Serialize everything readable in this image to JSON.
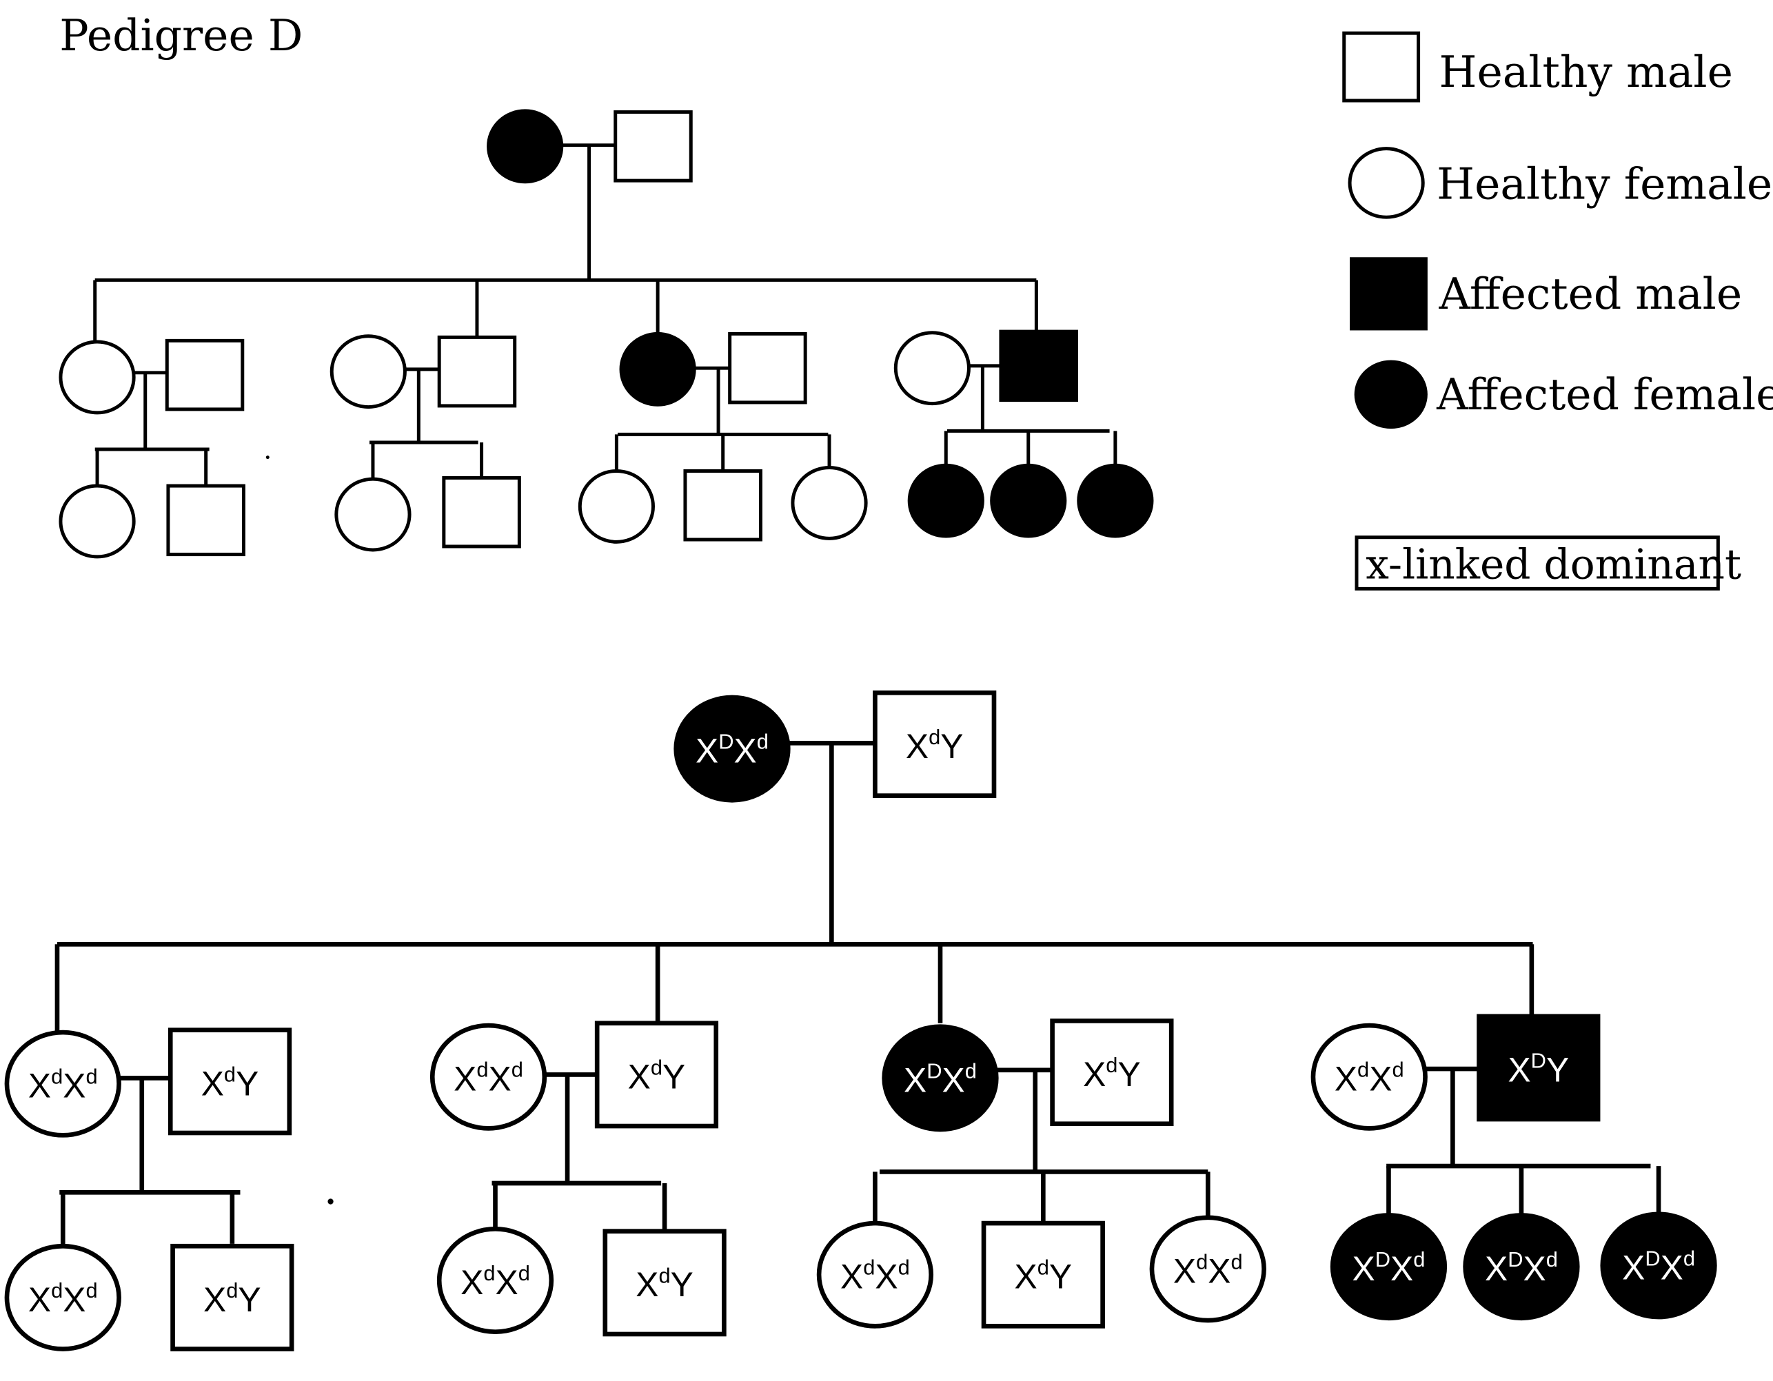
{
  "title": "Pedigree D",
  "legend": {
    "items": [
      {
        "label": "Healthy male",
        "sex": "male",
        "affected": false
      },
      {
        "label": "Healthy female",
        "sex": "female",
        "affected": false
      },
      {
        "label": "Affected male",
        "sex": "male",
        "affected": true
      },
      {
        "label": "Affected female",
        "sex": "female",
        "affected": true
      }
    ],
    "inheritance_mode": "x-linked dominant"
  },
  "colors": {
    "affected": "#000000",
    "healthy": "#ffffff",
    "line": "#000000",
    "affected_text": "#ffffff",
    "healthy_text": "#000000"
  },
  "pedigrees": [
    {
      "name": "phenotype-pedigree",
      "show_genotypes": false,
      "generation_1": {
        "mother": {
          "sex": "female",
          "affected": true
        },
        "father": {
          "sex": "male",
          "affected": false
        }
      },
      "generation_2": [
        {
          "partner_a": {
            "sex": "female",
            "affected": false
          },
          "partner_b": {
            "sex": "male",
            "affected": false
          },
          "blood_relative": "partner_a",
          "children": [
            {
              "sex": "female",
              "affected": false
            },
            {
              "sex": "male",
              "affected": false
            }
          ]
        },
        {
          "partner_a": {
            "sex": "female",
            "affected": false
          },
          "partner_b": {
            "sex": "male",
            "affected": false
          },
          "blood_relative": "partner_b",
          "children": [
            {
              "sex": "female",
              "affected": false
            },
            {
              "sex": "male",
              "affected": false
            }
          ]
        },
        {
          "partner_a": {
            "sex": "female",
            "affected": true
          },
          "partner_b": {
            "sex": "male",
            "affected": false
          },
          "blood_relative": "partner_a",
          "children": [
            {
              "sex": "female",
              "affected": false
            },
            {
              "sex": "male",
              "affected": false
            },
            {
              "sex": "female",
              "affected": false
            }
          ]
        },
        {
          "partner_a": {
            "sex": "female",
            "affected": false
          },
          "partner_b": {
            "sex": "male",
            "affected": true
          },
          "blood_relative": "partner_b",
          "children": [
            {
              "sex": "female",
              "affected": true
            },
            {
              "sex": "female",
              "affected": true
            },
            {
              "sex": "female",
              "affected": true
            }
          ]
        }
      ]
    },
    {
      "name": "genotype-pedigree",
      "show_genotypes": true,
      "generation_1": {
        "mother": {
          "sex": "female",
          "affected": true,
          "genotype": {
            "a1": "D",
            "a2": "d"
          }
        },
        "father": {
          "sex": "male",
          "affected": false,
          "genotype": {
            "a1": "d",
            "a2": "Y"
          }
        }
      },
      "generation_2": [
        {
          "partner_a": {
            "sex": "female",
            "affected": false,
            "genotype": {
              "a1": "d",
              "a2": "d"
            }
          },
          "partner_b": {
            "sex": "male",
            "affected": false,
            "genotype": {
              "a1": "d",
              "a2": "Y"
            }
          },
          "blood_relative": "partner_a",
          "children": [
            {
              "sex": "female",
              "affected": false,
              "genotype": {
                "a1": "d",
                "a2": "d"
              }
            },
            {
              "sex": "male",
              "affected": false,
              "genotype": {
                "a1": "d",
                "a2": "Y"
              }
            }
          ]
        },
        {
          "partner_a": {
            "sex": "female",
            "affected": false,
            "genotype": {
              "a1": "d",
              "a2": "d"
            }
          },
          "partner_b": {
            "sex": "male",
            "affected": false,
            "genotype": {
              "a1": "d",
              "a2": "Y"
            }
          },
          "blood_relative": "partner_b",
          "children": [
            {
              "sex": "female",
              "affected": false,
              "genotype": {
                "a1": "d",
                "a2": "d"
              }
            },
            {
              "sex": "male",
              "affected": false,
              "genotype": {
                "a1": "d",
                "a2": "Y"
              }
            }
          ]
        },
        {
          "partner_a": {
            "sex": "female",
            "affected": true,
            "genotype": {
              "a1": "D",
              "a2": "d"
            }
          },
          "partner_b": {
            "sex": "male",
            "affected": false,
            "genotype": {
              "a1": "d",
              "a2": "Y"
            }
          },
          "blood_relative": "partner_a",
          "children": [
            {
              "sex": "female",
              "affected": false,
              "genotype": {
                "a1": "d",
                "a2": "d"
              }
            },
            {
              "sex": "male",
              "affected": false,
              "genotype": {
                "a1": "d",
                "a2": "Y"
              }
            },
            {
              "sex": "female",
              "affected": false,
              "genotype": {
                "a1": "d",
                "a2": "d"
              }
            }
          ]
        },
        {
          "partner_a": {
            "sex": "female",
            "affected": false,
            "genotype": {
              "a1": "d",
              "a2": "d"
            }
          },
          "partner_b": {
            "sex": "male",
            "affected": true,
            "genotype": {
              "a1": "D",
              "a2": "Y"
            }
          },
          "blood_relative": "partner_b",
          "children": [
            {
              "sex": "female",
              "affected": true,
              "genotype": {
                "a1": "D",
                "a2": "d"
              }
            },
            {
              "sex": "female",
              "affected": true,
              "genotype": {
                "a1": "D",
                "a2": "d"
              }
            },
            {
              "sex": "female",
              "affected": true,
              "genotype": {
                "a1": "D",
                "a2": "d"
              }
            }
          ]
        }
      ]
    }
  ]
}
